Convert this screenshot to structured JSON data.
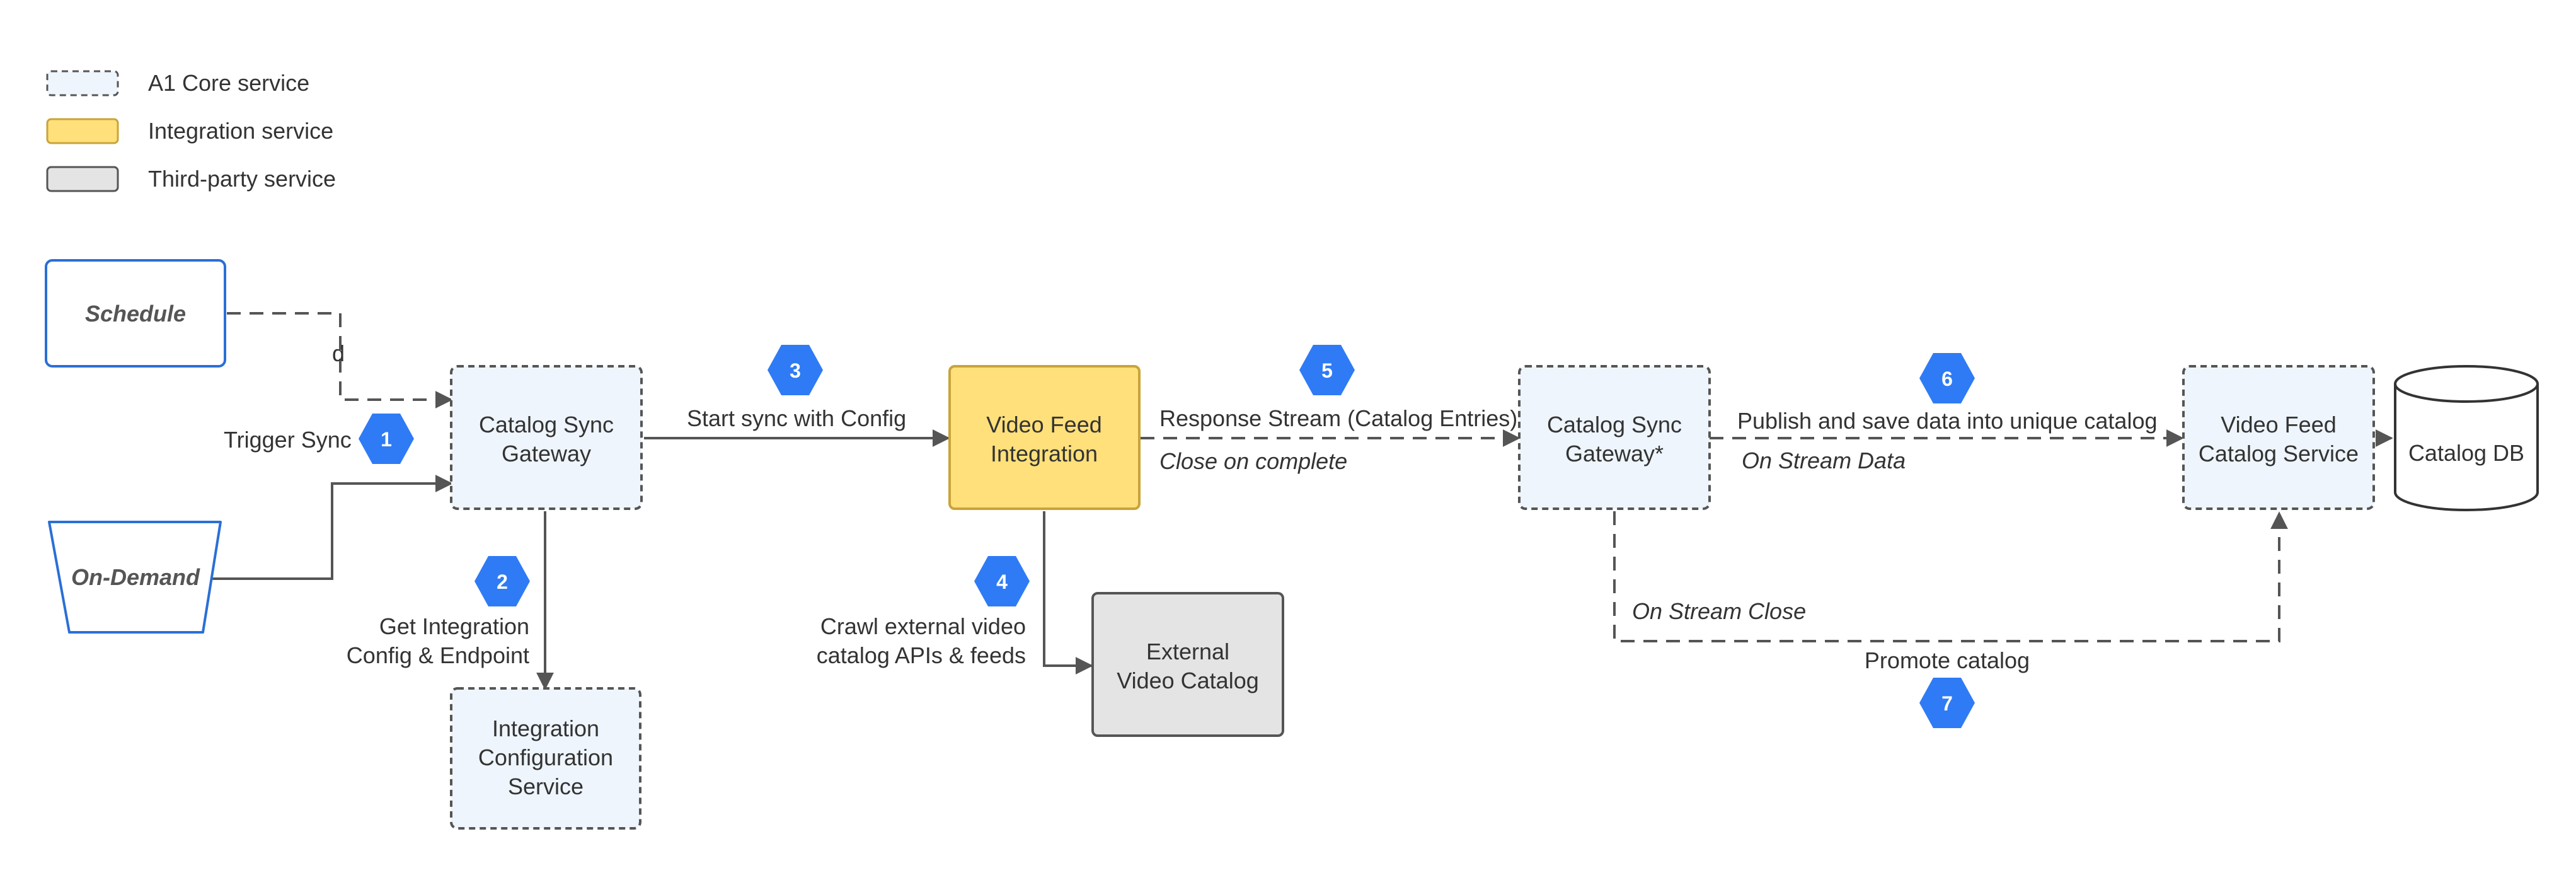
{
  "legend": {
    "core": "A1 Core service",
    "integration": "Integration service",
    "third_party": "Third-party service"
  },
  "nodes": {
    "schedule": "Schedule",
    "on_demand": "On-Demand",
    "gateway1": [
      "Catalog Sync",
      "Gateway"
    ],
    "integration_config": [
      "Integration",
      "Configuration",
      "Service"
    ],
    "video_feed_integration": [
      "Video Feed",
      "Integration"
    ],
    "external_catalog": [
      "External",
      "Video Catalog"
    ],
    "gateway2": [
      "Catalog Sync",
      "Gateway*"
    ],
    "catalog_service": [
      "Video Feed",
      "Catalog Service"
    ],
    "catalog_db": "Catalog DB"
  },
  "edges": {
    "schedule_label": "d",
    "trigger_sync": "Trigger Sync",
    "get_config": [
      "Get Integration",
      "Config & Endpoint"
    ],
    "start_sync": "Start sync with Config",
    "crawl": [
      "Crawl external video",
      "catalog APIs & feeds"
    ],
    "response_stream": "Response Stream (Catalog Entries)",
    "close_on_complete": "Close on complete",
    "publish": "Publish and save data into unique catalog",
    "on_stream_data": "On Stream Data",
    "on_stream_close": "On Stream Close",
    "promote": "Promote catalog"
  },
  "steps": [
    "1",
    "2",
    "3",
    "4",
    "5",
    "6",
    "7"
  ],
  "colors": {
    "core_fill": "#EEF5FC",
    "integration_fill": "#FFE07A",
    "integration_stroke": "#C9A43A",
    "third_party_fill": "#E4E4E4",
    "trigger_stroke": "#2A6FD6",
    "step_fill": "#2F7BF5",
    "line": "#555555"
  }
}
